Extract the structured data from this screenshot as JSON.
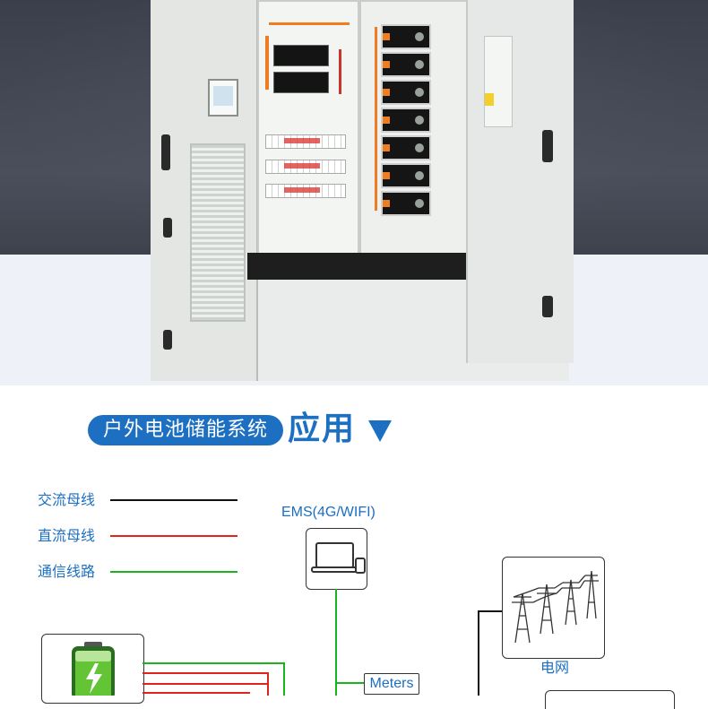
{
  "hero": {
    "photo": "outdoor energy storage cabinet with open doors"
  },
  "title": {
    "pill_text": "户外电池储能系统",
    "strong_text": "应用"
  },
  "legend": [
    {
      "label": "交流母线",
      "color": "#111111"
    },
    {
      "label": "直流母线",
      "color": "#e0241b"
    },
    {
      "label": "通信线路",
      "color": "#19b41e"
    }
  ],
  "nodes": {
    "ems_label": "EMS(4G/WIFI)",
    "meters_label": "Meters",
    "grid_label": "电网"
  },
  "colors": {
    "brand_blue": "#1c6fc1",
    "ac": "#111111",
    "dc": "#e0241b",
    "comm": "#19b41e"
  }
}
